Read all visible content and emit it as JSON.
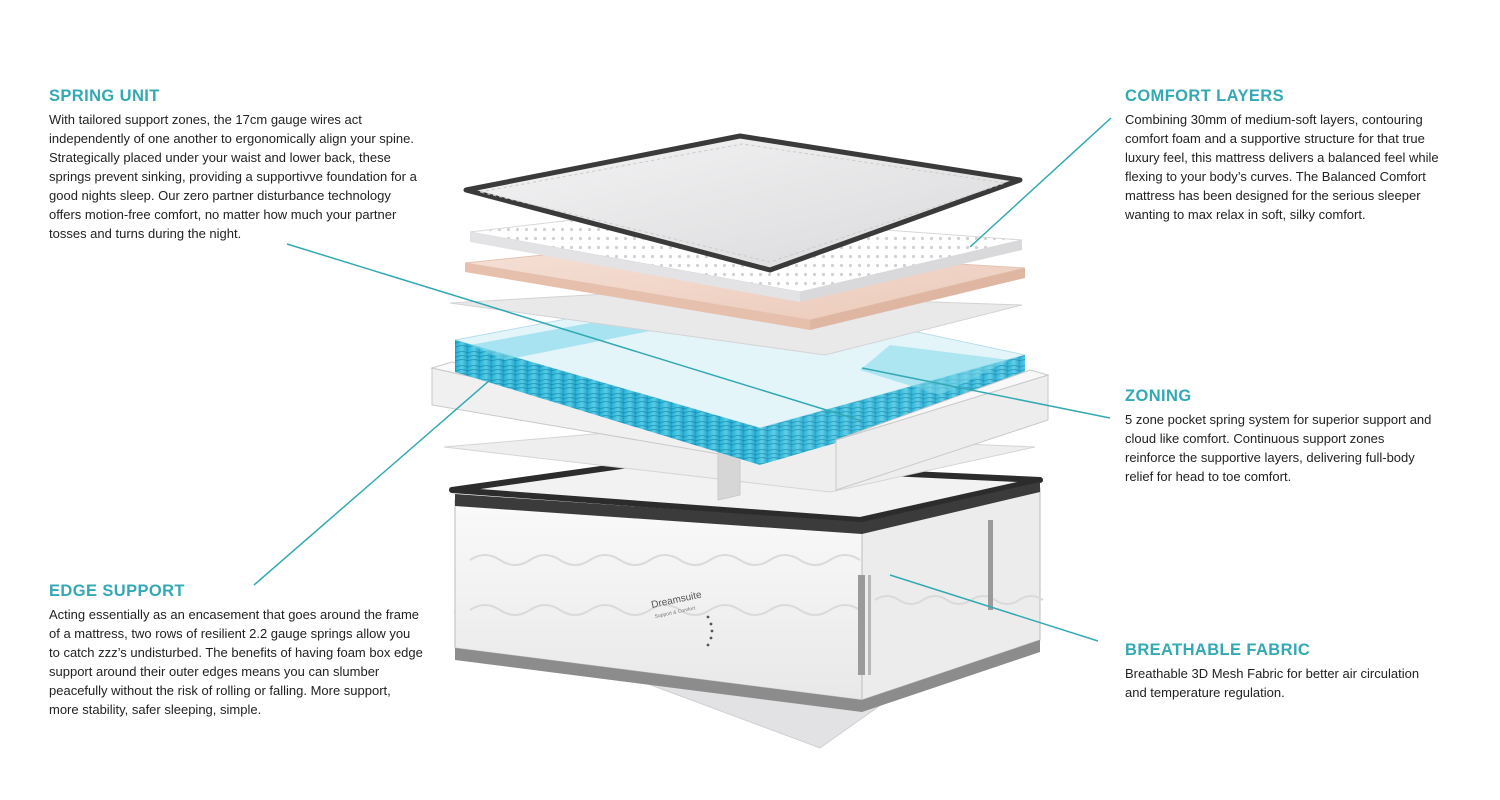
{
  "colors": {
    "accent": "#33a9b3",
    "spring_blue": "#2fb6d4",
    "comfort_pink": "#f3d7cc",
    "foam_grey": "#e6e6e8",
    "border_dark": "#3a3a3a"
  },
  "sections": {
    "spring_unit": {
      "title": "SPRING UNIT",
      "body": "With tailored support zones, the 17cm gauge wires act\nindependently of one another to ergonomically align your spine.\nStrategically placed under your waist and lower back, these\nsprings prevent sinking, providing a supportivve foundation for a\ngood nights sleep. Our zero partner disturbance technology\noffers motion-free comfort, no matter how much your partner\ntosses and turns during the night."
    },
    "edge_support": {
      "title": "EDGE SUPPORT",
      "body": "Acting essentially as an encasement that goes around the frame\nof a mattress, two rows of resilient 2.2 gauge springs allow you\nto catch zzz’s undisturbed. The benefits of having foam box edge\nsupport around their outer edges means you can slumber\npeacefully without the risk of rolling or falling. More support,\nmore stability, safer sleeping, simple."
    },
    "comfort_layers": {
      "title": "COMFORT LAYERS",
      "body": "Combining 30mm of medium-soft layers, contouring\ncomfort foam and a supportive structure for that true\nluxury feel, this mattress delivers a balanced feel while\nflexing to your body’s curves. The Balanced Comfort\nmattress has been designed for the serious sleeper\nwanting to max relax in soft, silky comfort."
    },
    "zoning": {
      "title": "ZONING",
      "body": "5 zone pocket spring system for superior support and\ncloud like comfort. Continuous support zones\nreinforce  the supportive layers, delivering full-body\nrelief for head to toe comfort."
    },
    "breathable_fabric": {
      "title": "BREATHABLE FABRIC",
      "body": "Breathable 3D Mesh Fabric for better air circulation\nand temperature regulation."
    }
  },
  "brand": {
    "name": "Dreamsuite",
    "tagline": "Support & Comfort"
  }
}
